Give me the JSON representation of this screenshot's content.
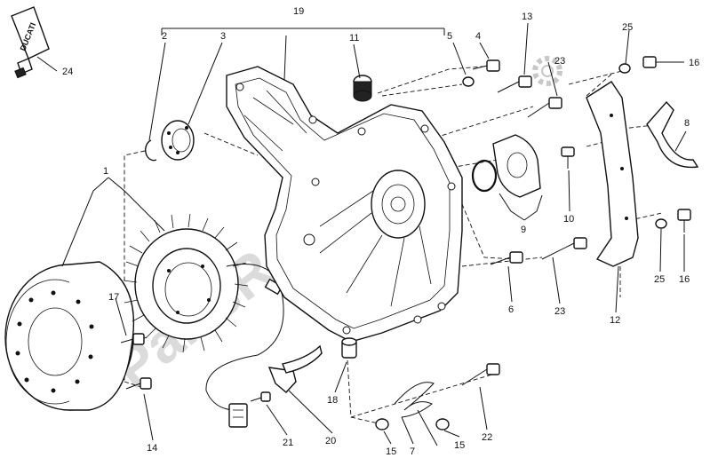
{
  "watermark": "PartsRepublik",
  "tube_brand": "DUCATI",
  "callouts": {
    "c1": "1",
    "c2": "2",
    "c3": "3",
    "c4": "4",
    "c5": "5",
    "c6": "6",
    "c7": "7",
    "c8": "8",
    "c9": "9",
    "c10": "10",
    "c11": "11",
    "c12": "12",
    "c13": "13",
    "c14": "14",
    "c15a": "15",
    "c15b": "15",
    "c16a": "16",
    "c16b": "16",
    "c17": "17",
    "c18": "18",
    "c19": "19",
    "c20": "20",
    "c21": "21",
    "c22": "22",
    "c23a": "23",
    "c23b": "23",
    "c24": "24",
    "c25a": "25",
    "c25b": "25"
  }
}
